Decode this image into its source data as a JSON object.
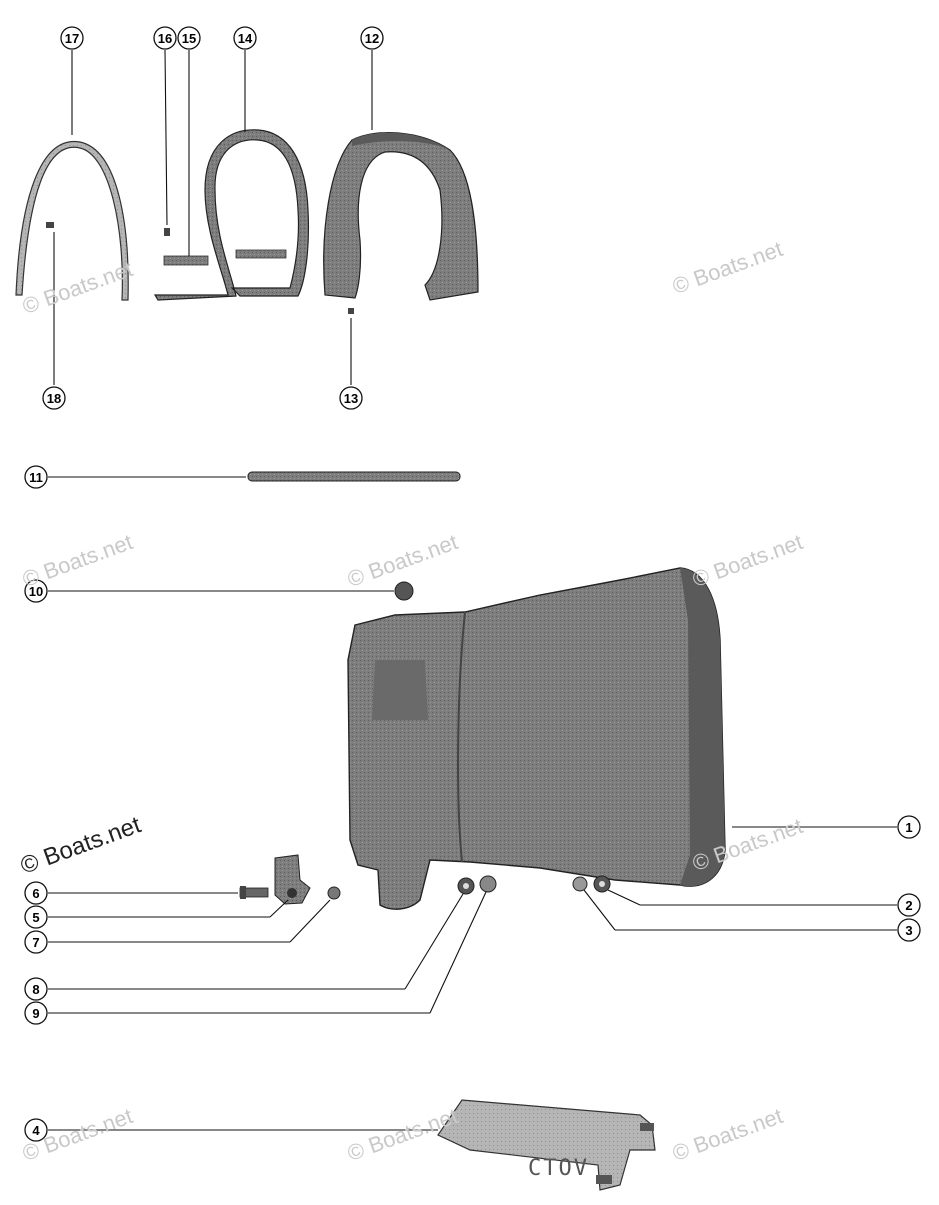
{
  "callouts": [
    "1",
    "2",
    "3",
    "4",
    "5",
    "6",
    "7",
    "8",
    "9",
    "10",
    "11",
    "12",
    "13",
    "14",
    "15",
    "16",
    "17",
    "18"
  ],
  "watermark": "© Boats.net",
  "stamp": "CTOV",
  "colors": {
    "part_fill": "#7a7a7a",
    "part_dark": "#4a4a4a",
    "line": "#111111",
    "watermark": "#c9c9c9"
  }
}
